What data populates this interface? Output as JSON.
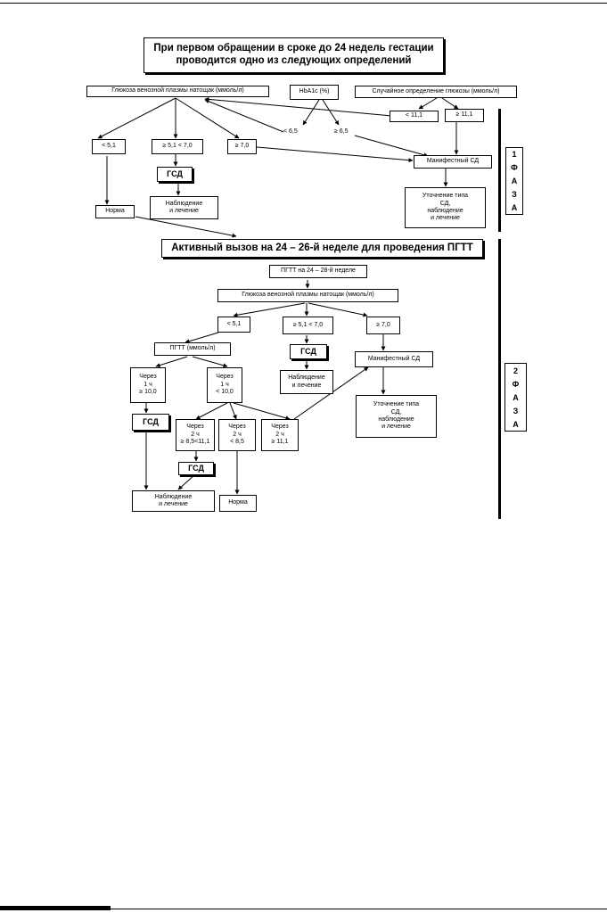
{
  "phase1": {
    "title": "При первом обращении в сроке до 24 недель гестации\nпроводится одно из следующих определений",
    "fasting_glucose": "Глюкоза венозной плазмы натощак (ммоль/л)",
    "hba1c": "HbA1c (%)",
    "random_glucose": "Случайное определение глюкозы (ммоль/л)",
    "lt_11_1": "< 11,1",
    "ge_11_1": "≥ 11,1",
    "lt_6_5": "< 6,5",
    "ge_6_5": "≥ 6,5",
    "lt_5_1": "< 5,1",
    "range_5_1_7_0": "≥ 5,1 < 7,0",
    "ge_7_0": "≥ 7,0",
    "gsd": "ГСД",
    "observation": "Наблюдение\nи лечение",
    "norm": "Норма",
    "manifest_dm": "Манифестный СД",
    "clarify": "Уточнение типа\nСД,\nнаблюдение\nи лечение",
    "phase_label": [
      "1",
      "Ф",
      "А",
      "З",
      "А"
    ]
  },
  "phase2": {
    "title": "Активный вызов на 24 – 26-й неделе для проведения ПГТТ",
    "pgtt": "ПГТТ на 24 – 28-й неделе",
    "fasting_glucose": "Глюкоза венозной плазмы натощак (ммоль/л)",
    "lt_5_1": "< 5,1",
    "range_5_1_7_0": "≥ 5,1 < 7,0",
    "ge_7_0": "≥ 7,0",
    "pgtt_mmol": "ПГТТ (ммоль/л)",
    "gsd_top": "ГСД",
    "observation_top": "Наблюдение\nи лечение",
    "manifest_dm": "Манифестный СД",
    "h1_ge_10": "Через\n1 ч\n≥ 10,0",
    "h1_lt_10": "Через\n1 ч\n< 10,0",
    "clarify": "Уточнение типа\nСД,\nнаблюдение\nи лечение",
    "gsd_left": "ГСД",
    "h2_range": "Через\n2 ч\n≥ 8,5<11,1",
    "h2_lt": "Через\n2 ч\n< 8,5",
    "h2_ge": "Через\n2 ч\n≥ 11,1",
    "gsd_mid": "ГСД",
    "observation_bottom": "Наблюдение\nи лечение",
    "norm": "Норма",
    "phase_label": [
      "2",
      "Ф",
      "А",
      "З",
      "А"
    ]
  }
}
